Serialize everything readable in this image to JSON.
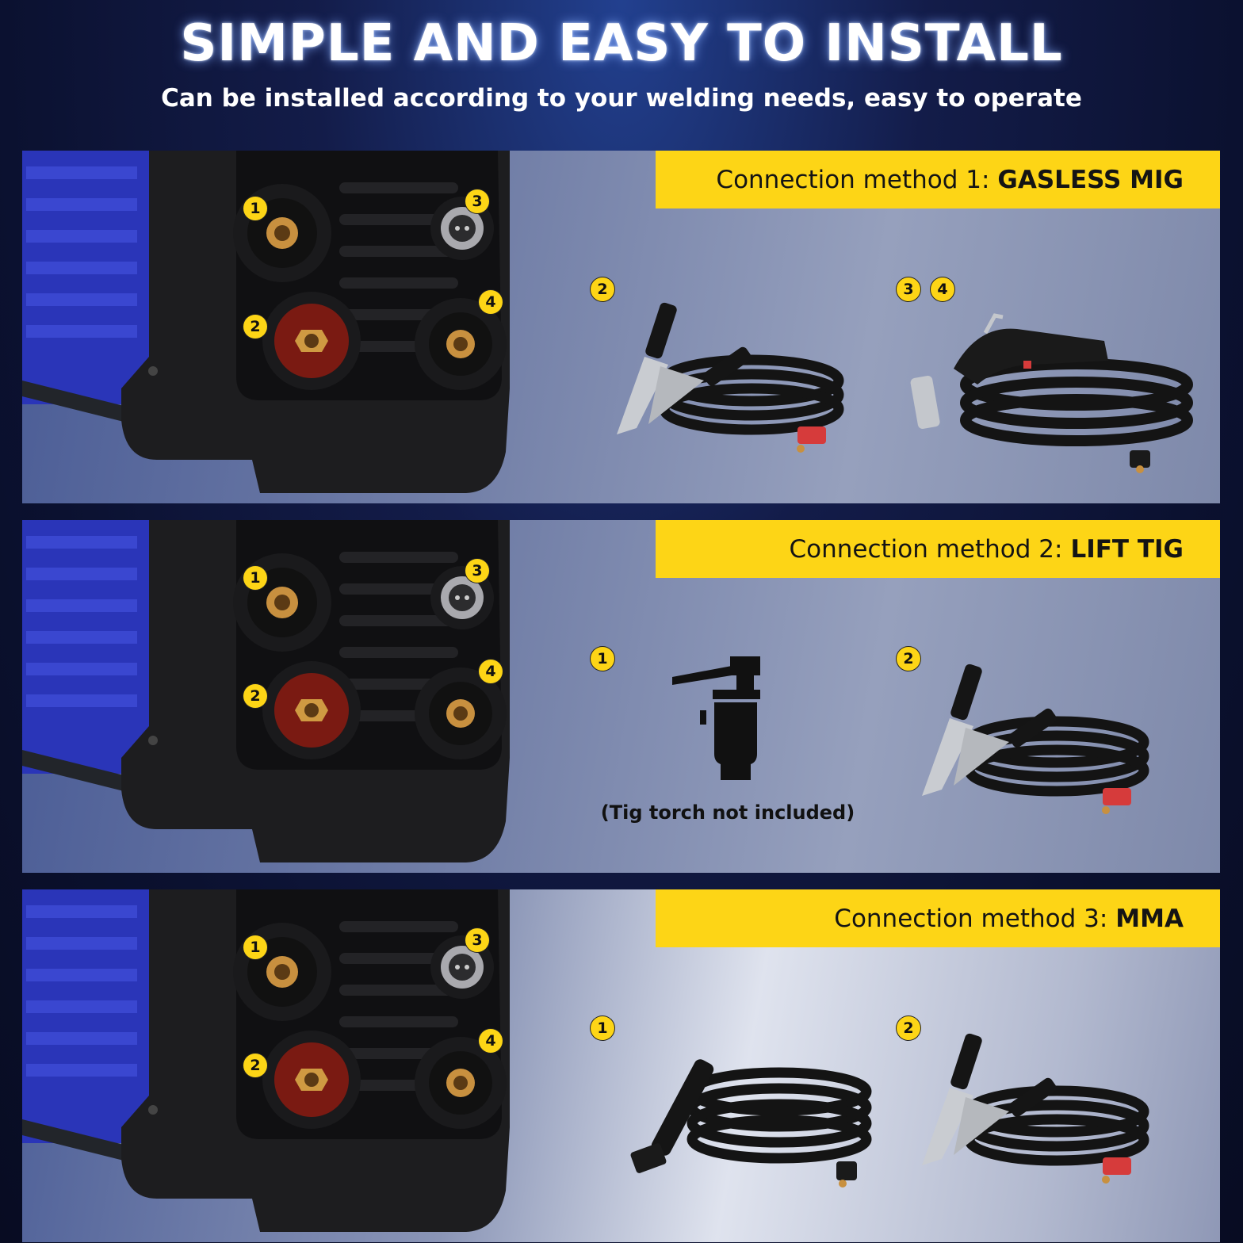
{
  "header": {
    "title": "SIMPLE AND EASY TO INSTALL",
    "subtitle": "Can be installed according to your welding needs, easy to operate"
  },
  "colors": {
    "banner": "#fdd516",
    "machine_body": "#2a35b8",
    "panel_shell": "#1d1d1f",
    "positive_socket": "#7a1a12"
  },
  "port_labels": [
    "1",
    "2",
    "3",
    "4"
  ],
  "methods": [
    {
      "banner_prefix": "Connection method 1:",
      "banner_name": "GASLESS MIG",
      "accessories": [
        {
          "badges": [
            "2"
          ],
          "item": "ground-clamp-cable-icon"
        },
        {
          "badges": [
            "3",
            "4"
          ],
          "item": "mig-torch-cable-icon"
        }
      ]
    },
    {
      "banner_prefix": "Connection method 2:",
      "banner_name": "LIFT TIG",
      "note": "(Tig torch not included)",
      "accessories": [
        {
          "badges": [
            "1"
          ],
          "item": "tig-torch-silhouette-icon"
        },
        {
          "badges": [
            "2"
          ],
          "item": "ground-clamp-cable-icon"
        }
      ]
    },
    {
      "banner_prefix": "Connection method 3:",
      "banner_name": "MMA",
      "accessories": [
        {
          "badges": [
            "1"
          ],
          "item": "electrode-holder-cable-icon"
        },
        {
          "badges": [
            "2"
          ],
          "item": "ground-clamp-cable-icon"
        }
      ]
    }
  ]
}
